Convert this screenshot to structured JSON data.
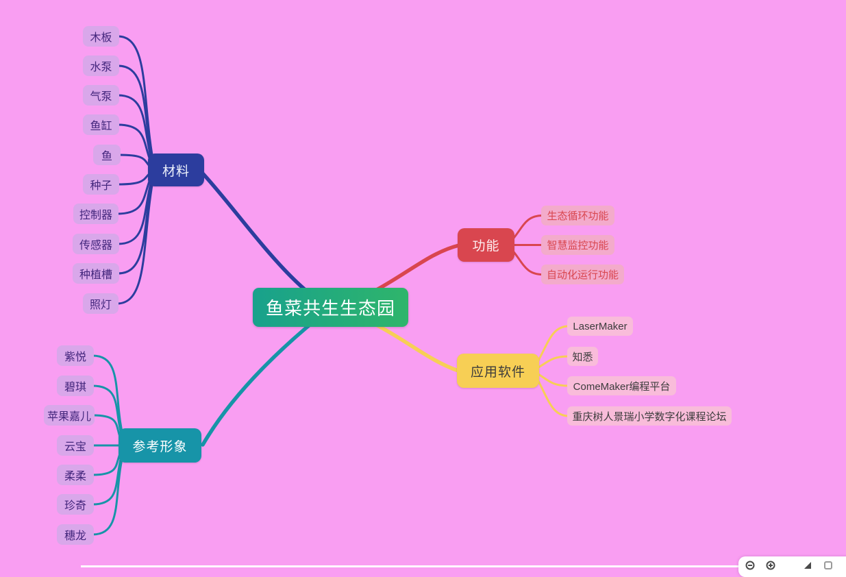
{
  "canvas": {
    "background": "#f99ef2"
  },
  "mindmap": {
    "root": {
      "label": "鱼菜共生生态园",
      "bg_gradient": [
        "#18a18c",
        "#2fb56b"
      ],
      "text_color": "#ffffff"
    },
    "branches": [
      {
        "label": "材料",
        "color": "#2c3d9e",
        "text_color": "#eef2fc",
        "side": "left",
        "child_bg": "#d9a7ea",
        "child_text": "#43267c",
        "children": [
          "木板",
          "水泵",
          "气泵",
          "鱼缸",
          "鱼",
          "种子",
          "控制器",
          "传感器",
          "种植槽",
          "照灯"
        ]
      },
      {
        "label": "功能",
        "color": "#d9464f",
        "text_color": "#fdeef0",
        "side": "right",
        "child_bg": "#f3abcb",
        "child_text": "#d9464f",
        "children": [
          "生态循环功能",
          "智慧监控功能",
          "自动化运行功能"
        ]
      },
      {
        "label": "应用软件",
        "color": "#f7cf55",
        "text_color": "#3c3c3c",
        "side": "right",
        "child_bg": "#f9bcda",
        "child_text": "#3c3c3c",
        "children": [
          "LaserMaker",
          "知悉",
          "ComeMaker编程平台",
          "重庆树人景瑞小学数字化课程论坛"
        ]
      },
      {
        "label": "参考形象",
        "color": "#1794a8",
        "text_color": "#ffffff",
        "side": "left",
        "child_bg": "#d9a7ea",
        "child_text": "#43267c",
        "children": [
          "紫悦",
          "碧琪",
          "苹果嘉儿",
          "云宝",
          "柔柔",
          "珍奇",
          "穗龙"
        ]
      }
    ]
  },
  "toolbar": {
    "background": "#ffffff",
    "icon_color": "#4a4a4a",
    "icons": [
      "zoom-out-icon",
      "zoom-in-icon",
      "fit-screen-icon",
      "fullscreen-icon"
    ]
  }
}
